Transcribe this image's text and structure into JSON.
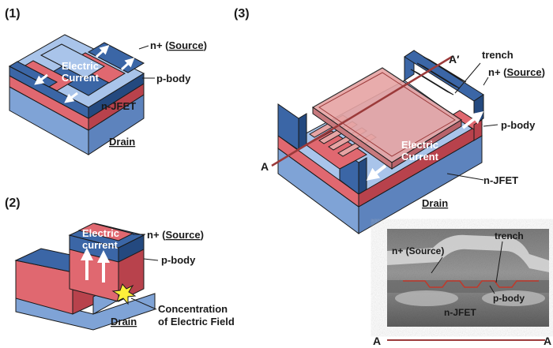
{
  "colors": {
    "drain_light": "#a9c4ea",
    "drain_side": "#7fa3d6",
    "drain_dark": "#5d83bd",
    "pbody": "#e06870",
    "pbody_dark": "#b8424c",
    "nplus": "#3b66a6",
    "nplus_dark": "#24497f",
    "gate": "#e6a4a4",
    "line": "#9b3a3a",
    "arrow": "#ffffff",
    "spark": "#ffef3a"
  },
  "panel1": {
    "tag": "(1)",
    "label_nplus": "n+ (",
    "label_source": "Source",
    "label_close": ")",
    "label_pbody": "p-body",
    "label_jfet": "n-JFET",
    "label_drain": "Drain",
    "current_line1": "Electric",
    "current_line2": "Current"
  },
  "panel2": {
    "tag": "(2)",
    "label_nplus": "n+ (",
    "label_source": "Source",
    "label_close": ")",
    "label_pbody": "p-body",
    "label_drain": "Drain",
    "current_line1": "Electric",
    "current_line2": "current",
    "field_line1": "Concentration",
    "field_line2": "of Electric Field"
  },
  "panel3": {
    "tag": "(3)",
    "label_trench": "trench",
    "label_nplus": "n+ (",
    "label_source": "Source",
    "label_close": ")",
    "label_pbody": "p-body",
    "label_jfet": "n-JFET",
    "label_drain": "Drain",
    "current_line1": "Electric",
    "current_line2": "Current",
    "cut_a": "A",
    "cut_a_prime": "A′"
  },
  "sem": {
    "label_trench": "trench",
    "label_nplus": "n+ (Source)",
    "label_pbody": "p-body",
    "label_jfet": "n-JFET",
    "axis_left": "A",
    "axis_right": "A"
  }
}
